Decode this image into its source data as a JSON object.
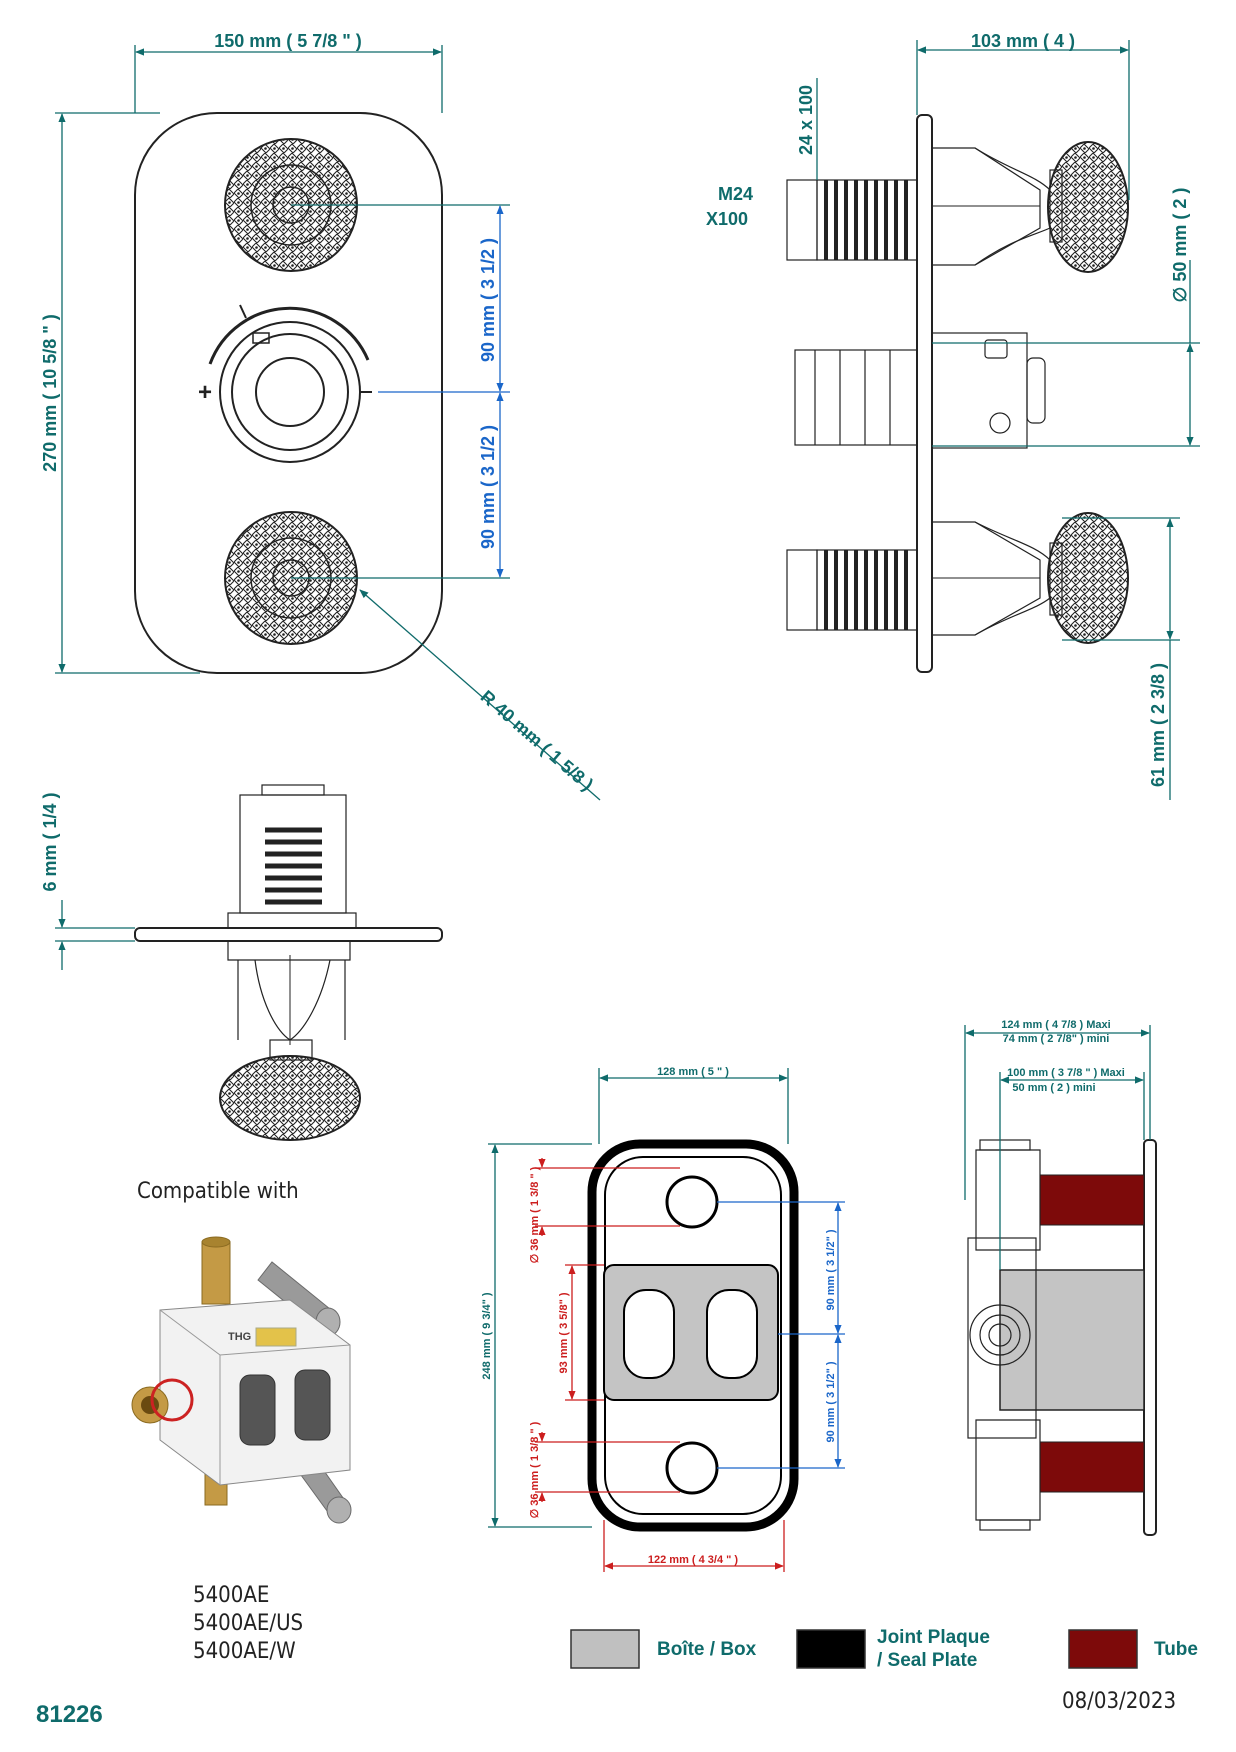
{
  "front_view": {
    "width_dim": "150 mm ( 5 7/8 \" )",
    "height_dim": "270 mm ( 10 5/8 \" )",
    "upper_spacing_dim": "90 mm ( 3 1/2 )",
    "lower_spacing_dim": "90 mm ( 3 1/2 )",
    "radius_dim": "R 40 mm ( 1 5/8 )",
    "plus_sign": "+"
  },
  "side_view": {
    "depth_dim": "103 mm ( 4 )",
    "thread_dim": "24 x 100",
    "thread_label_line1": "M24",
    "thread_label_line2": "X100",
    "diameter_dim": "∅ 50 mm ( 2 )",
    "handle_dim": "61 mm ( 2 3/8 )"
  },
  "top_view": {
    "plate_dim": "6 mm ( 1/4 )"
  },
  "seal_plate_view": {
    "width_top_dim": "128 mm ( 5 \" )",
    "width_bottom_dim": "122 mm ( 4 3/4 \" )",
    "height_dim": "248 mm ( 9 3/4\" )",
    "hole_top_dim": "∅ 36 mm ( 1 3/8 \" )",
    "hole_bottom_dim": "∅ 36 mm ( 1 3/8 \" )",
    "box_dim": "93 mm ( 3 5/8\" )",
    "spacing_top_dim": "90 mm ( 3 1/2\" )",
    "spacing_bottom_dim": "90 mm ( 3 1/2\" )"
  },
  "box_side_view": {
    "depth_max_dim": "124 mm ( 4 7/8 )  Maxi",
    "depth_min_dim": "74 mm ( 2 7/8\" ) mini",
    "inner_max_dim": "100 mm ( 3 7/8 \" )  Maxi",
    "inner_min_dim": "50 mm ( 2 ) mini"
  },
  "compatible": {
    "title": "Compatible with",
    "box_brand": "THG",
    "models": [
      "5400AE",
      "5400AE/US",
      "5400AE/W"
    ]
  },
  "legend": {
    "items": [
      {
        "label_line1": "Boîte / Box",
        "label_line2": "",
        "color": "#c0c0c0"
      },
      {
        "label_line1": "Joint Plaque",
        "label_line2": "/ Seal Plate",
        "color": "#000000"
      },
      {
        "label_line1": "Tube",
        "label_line2": "",
        "color": "#7d0a0a"
      }
    ]
  },
  "footer": {
    "reference": "81226",
    "date": "08/03/2023"
  }
}
